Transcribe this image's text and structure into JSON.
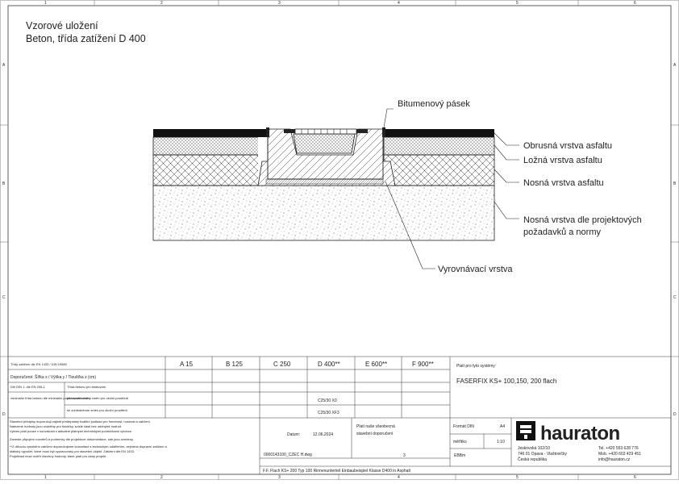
{
  "title": {
    "line1": "Vzorové uložení",
    "line2": "Beton, třída zatížení D 400"
  },
  "frame": {
    "columns": [
      "1",
      "2",
      "3",
      "4",
      "5",
      "6"
    ],
    "rows": [
      "A",
      "B",
      "C",
      "D"
    ]
  },
  "labels": {
    "bitumen": "Bitumenový pásek",
    "abrasion": "Obrusná vrstva asfaltu",
    "bedding": "Ložná vrstva asfaltu",
    "bearing": "Nosná vrstva asfaltu",
    "subbase_line1": "Nosná vrstva dle projektových",
    "subbase_line2": "požadavků a normy",
    "leveling": "Vyrovnávací vrstva"
  },
  "loadTable": {
    "header_label": "Třídy zatížení dle EN 1433 / DIN 19580",
    "classes": [
      "A 15",
      "B 125",
      "C 250",
      "D 400**",
      "E 600**",
      "F 900**"
    ],
    "dim_label": "Doporučené: Šířka x / Výška y / Tloušťka z (cm)",
    "row3_left": "Dle DIN 1: dle EN 206-1",
    "row3_mid": "Třída betonu pro bedlování",
    "row4_left": "minimální třída betonu dle minimální požadované normy",
    "row4_mid": "při nezohlednění změn pro okolní prostředí",
    "row4_val": "C25/30 X0",
    "row5_mid": "se zohledněním změn pro okolní prostředí",
    "row5_val": "C25/30 XF3",
    "valid_label": "Platí pro tyto systémy:",
    "system": "FASERFIX KS+ 100,150, 200 flach"
  },
  "notes": [
    "Stavební předpisy doporučují zajistit předepsaný kvalitní podklad pro hmotnost, nosnost a zatížení.",
    "Nalezené hodnoty jsou uváděny pro tloušťky, svislé části bez odchylek hodnot.",
    "Výkres platí pouze v souvislosti s aktuálně platnými technickými podmínkami výrobce.",
    "Zaneste připojení rozměrů a podmínky dle projektové dokumentace, kde jsou uvedeny.",
    "**Z důvodu vysokého zatížení doporučujeme konzultaci s technickým oddělením, zejména dopravní zatížení a",
    "statický výpočet, které musí být vypracovány pro stavební objekt. Zatížení dle EN 1433.",
    "Projektant musí ověřit všechny hodnoty, které platí pro daný projekt."
  ],
  "titleBlock": {
    "valid_note_line1": "Platí naše všeobecná",
    "valid_note_line2": "stavební doporučení",
    "date_label": "Datum:",
    "date_value": "12.06.2024",
    "drawing_no": "0000143100_CZEC H.dwg",
    "revision": "3",
    "author": "EBBm",
    "format_label": "Formát DIN",
    "format_value": "A4",
    "scale_label": "měřítko",
    "scale_value": "1:10",
    "logo_text": "hauraton",
    "address_line1": "Jeskovská 102/10",
    "address_line2": "746 01 Opava - Vlaštovičky",
    "address_line3": "Česká republika",
    "tel": "Tel. +420 553 628 776",
    "mob": "Mob. +420 603 429 451",
    "email": "info@hauraton.cz",
    "description": "F.F. Flach KS+ 200 Typ 100 Rinnenunterteil Einbaubeispiel Klasse D400 in Asphalt"
  }
}
